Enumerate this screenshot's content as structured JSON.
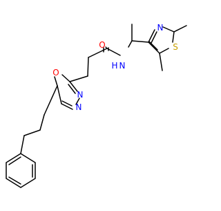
{
  "diagram": {
    "type": "chemical-structure",
    "atom_labels": {
      "amide_oxygen": "O",
      "amide_nitrogen": "N",
      "amide_hydrogen": "H",
      "thiazole_nitrogen": "N",
      "thiazole_sulfur": "S",
      "oxadiazole_oxygen": "O",
      "oxadiazole_nitrogen_1": "N",
      "oxadiazole_nitrogen_2": "N"
    },
    "colors": {
      "bond": "#000000",
      "oxygen": "#ff0000",
      "nitrogen": "#0000ff",
      "sulfur": "#c8a000"
    }
  }
}
